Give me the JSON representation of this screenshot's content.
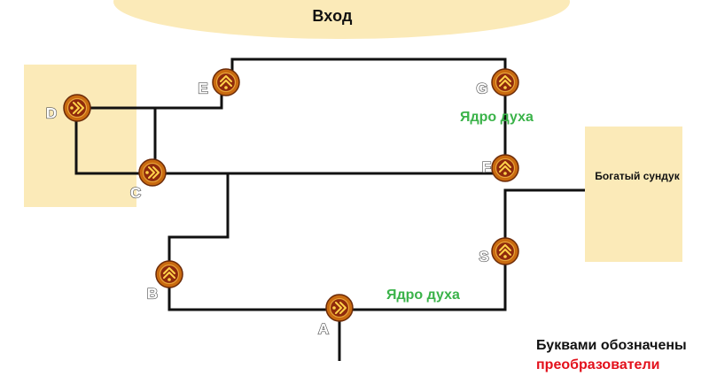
{
  "entrance_label": "Вход",
  "chest_label": "Богатый сундук",
  "core_labels": [
    "Ядро духа",
    "Ядро духа"
  ],
  "legend": {
    "line1": "Буквами обозначены",
    "line2": "преобразователи"
  },
  "nodes": [
    "A",
    "B",
    "C",
    "D",
    "E",
    "F",
    "G",
    "S"
  ],
  "icon": "rune-converter-icon",
  "colors": {
    "room_fill": "#fbeab8",
    "path_line": "#111111",
    "core_label": "#3bb34a",
    "legend_highlight": "#e3101b",
    "node_outer": "#c96a10",
    "node_inner": "#8f2a0c",
    "node_glyph": "#ffd24a"
  }
}
